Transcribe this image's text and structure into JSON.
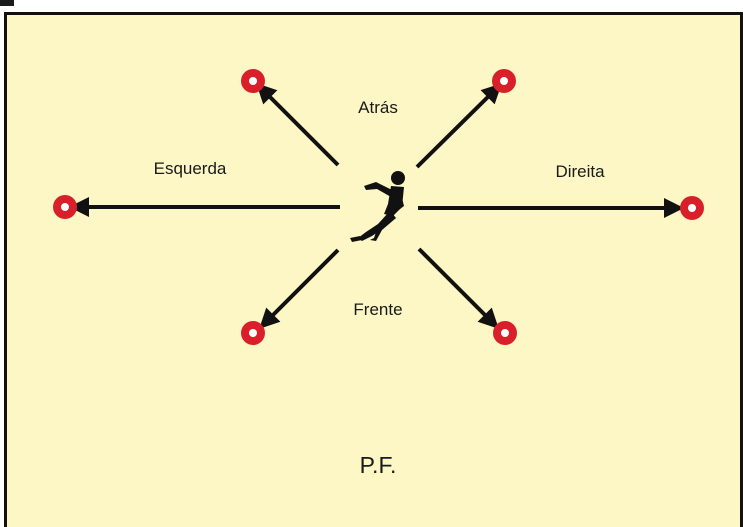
{
  "colors": {
    "field_background": "#FCF7C4",
    "border": "#111111",
    "arrow": "#111111",
    "cone_outer": "#D9202A",
    "cone_inner": "#FFFFFF",
    "player": "#111111"
  },
  "labels": {
    "back": "Atrás",
    "left": "Esquerda",
    "right": "Direita",
    "front": "Frente",
    "bottom": "P.F."
  },
  "icons": {
    "player": "running-player-icon",
    "cone": "cone-target-icon"
  },
  "directions": [
    "back-left",
    "back-right",
    "left",
    "right",
    "front-left",
    "front-right"
  ]
}
